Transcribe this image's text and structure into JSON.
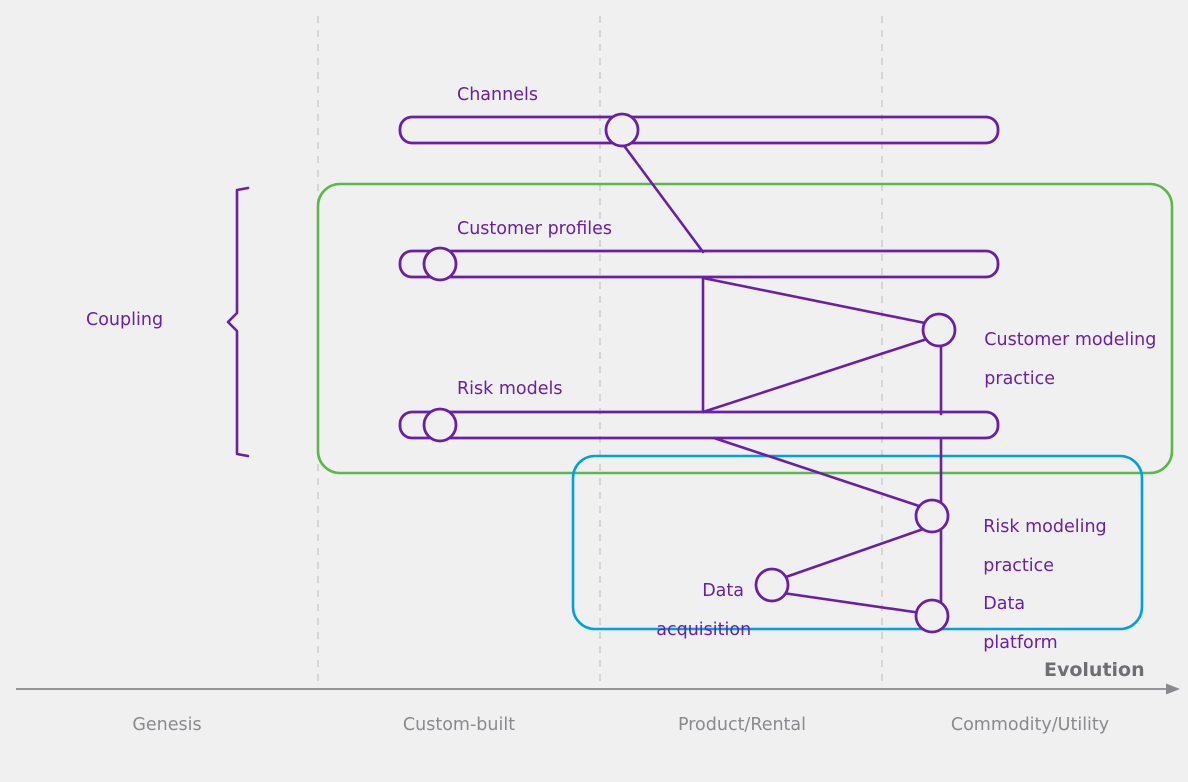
{
  "diagram": {
    "type": "wardley-map",
    "background_color": "#f0f0f1",
    "component_color": "#6a1fa8",
    "green_box_color": "#5cb84a",
    "blue_box_color": "#00a0e3",
    "grid_color": "#cfcfd2",
    "axis_color": "#8a8a8e"
  },
  "axis": {
    "title": "Evolution",
    "ticks": [
      {
        "label": "Genesis"
      },
      {
        "label": "Custom-built"
      },
      {
        "label": "Product/Rental"
      },
      {
        "label": "Commodity/Utility"
      }
    ]
  },
  "annotations": {
    "coupling": "Coupling"
  },
  "components": [
    {
      "name": "channels",
      "label": "Channels"
    },
    {
      "name": "customer-profiles",
      "label": "Customer profiles"
    },
    {
      "name": "risk-models",
      "label": "Risk models"
    }
  ],
  "nodes": [
    {
      "name": "customer-modeling-practice",
      "line1": "Customer modeling",
      "line2": "practice"
    },
    {
      "name": "risk-modeling-practice",
      "line1": "Risk modeling",
      "line2": "practice"
    },
    {
      "name": "data-acquisition",
      "line1": "Data",
      "line2": "acquisition"
    },
    {
      "name": "data-platform",
      "line1": "Data",
      "line2": "platform"
    }
  ]
}
